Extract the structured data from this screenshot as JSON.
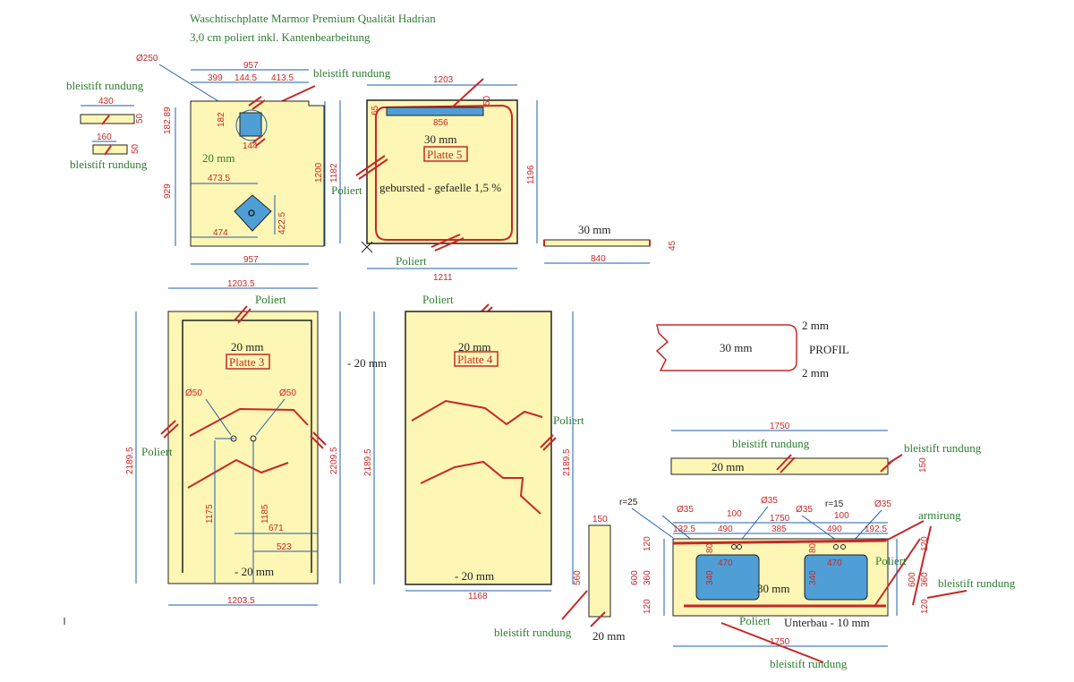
{
  "title": {
    "line1": "Waschtischplatte Marmor Premium Qualität Hadrian",
    "line2": "3,0 cm poliert inkl. Kantenbearbeitung"
  },
  "colors": {
    "slab": "#fdf6b4",
    "dimension": "#1e5fa8",
    "edge": "#c62828",
    "note": "#2e7d32",
    "sink": "#4f9fd6"
  },
  "strips": {
    "label_top": "bleistift rundung",
    "w1": "430",
    "h1": "50",
    "w2": "160",
    "h2": "50",
    "label_bottom": "bleistift rundung"
  },
  "plate1": {
    "d250": "Ø250",
    "w_total": "957",
    "w_a": "399",
    "w_b": "144.5",
    "w_c": "413.5",
    "label_round": "bleistift rundung",
    "h_a": "182.89",
    "h_b": "182",
    "small": "144",
    "thickness": "20 mm",
    "offset_x": "473.5",
    "h_low": "929",
    "h_pos": "422.5",
    "x_pos": "474",
    "h_total": "1200",
    "w_bottom": "957"
  },
  "plate5": {
    "w_top": "1203",
    "sink_w": "856",
    "h_left": "65",
    "h_right": "50",
    "thickness": "30 mm",
    "name": "Platte 5",
    "label_left": "Poliert",
    "h_outer": "1182",
    "finish": "gebursted - gefaelle 1,5 %",
    "h_right_total": "1196",
    "label_bottom": "Poliert",
    "w_bottom": "1211"
  },
  "edge_strip": {
    "thickness": "30 mm",
    "h": "45",
    "w": "840"
  },
  "plate3": {
    "w_top": "1203.5",
    "label_top": "Poliert",
    "thickness": "20 mm",
    "name": "Platte 3",
    "d_left": "Ø50",
    "d_right": "Ø50",
    "label_left": "Poliert",
    "h_left": "2189.5",
    "h_right": "2209.5",
    "side_note": "- 20 mm",
    "h_a": "1175",
    "h_b": "1185",
    "x_a": "671",
    "x_b": "523",
    "bottom_note": "- 20 mm",
    "w_bottom": "1203.5"
  },
  "plate4": {
    "label_top": "Poliert",
    "thickness": "20 mm",
    "name": "Platte 4",
    "label_right": "Poliert",
    "h_left": "2189.5",
    "h_right": "2189.5",
    "bottom_note": "- 20 mm",
    "w_bottom": "1168"
  },
  "profile": {
    "thickness": "30 mm",
    "top": "2 mm",
    "label": "PROFIL",
    "bottom": "2 mm"
  },
  "front_strip": {
    "w": "1750",
    "label": "bleistift rundung",
    "label_right": "bleistift rundung",
    "thickness": "20 mm",
    "h": "150"
  },
  "side_panel": {
    "w": "150",
    "h": "560",
    "label": "bleistift rundung",
    "thickness": "20 mm"
  },
  "vanity": {
    "r_left": "r=25",
    "d1": "Ø35",
    "x100a": "100",
    "d2": "Ø35",
    "d3": "Ø35",
    "r_right": "r=15",
    "x100b": "100",
    "d4": "Ø35",
    "w_total": "1750",
    "x_a": "132.5",
    "sink_a": "490",
    "x_mid": "385",
    "sink_b": "490",
    "x_b": "192.5",
    "armirung": "armirung",
    "sink_w_a": "470",
    "sink_w_b": "470",
    "sink_h_a": "340",
    "sink_h_b": "340",
    "back": "80",
    "back_b": "80",
    "h_left_a": "120",
    "h_left_b": "360",
    "h_left_c": "120",
    "h_total_l": "600",
    "h_right_a": "120",
    "h_right_b": "360",
    "h_right_c": "120",
    "h_total_r": "600",
    "label_right": "Poliert",
    "label_right_round": "bleistift rundung",
    "thickness": "30 mm",
    "label_bottom": "Poliert",
    "base_note": "Unterbau - 10 mm",
    "w_bottom": "1750",
    "label_bottom_round": "bleistift rundung"
  }
}
